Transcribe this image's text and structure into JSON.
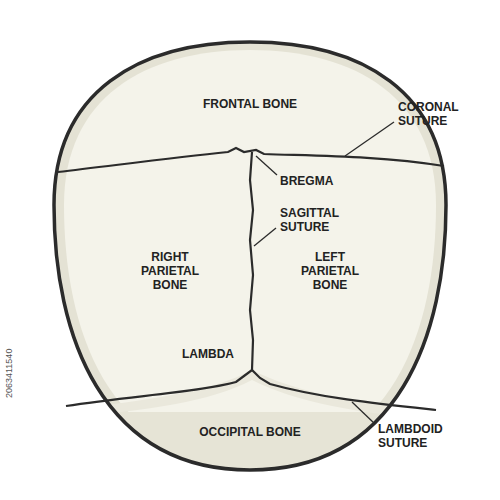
{
  "diagram": {
    "labels": [
      "FRONTAL BONE",
      "CORONAL SUTURE",
      "BREGMA",
      "SAGITTAL SUTURE",
      "RIGHT PARIETAL BONE",
      "LEFT PARIETAL BONE",
      "LAMBDA",
      "OCCIPITAL BONE",
      "LAMBDOID SUTURE",
      "2063411540"
    ]
  }
}
